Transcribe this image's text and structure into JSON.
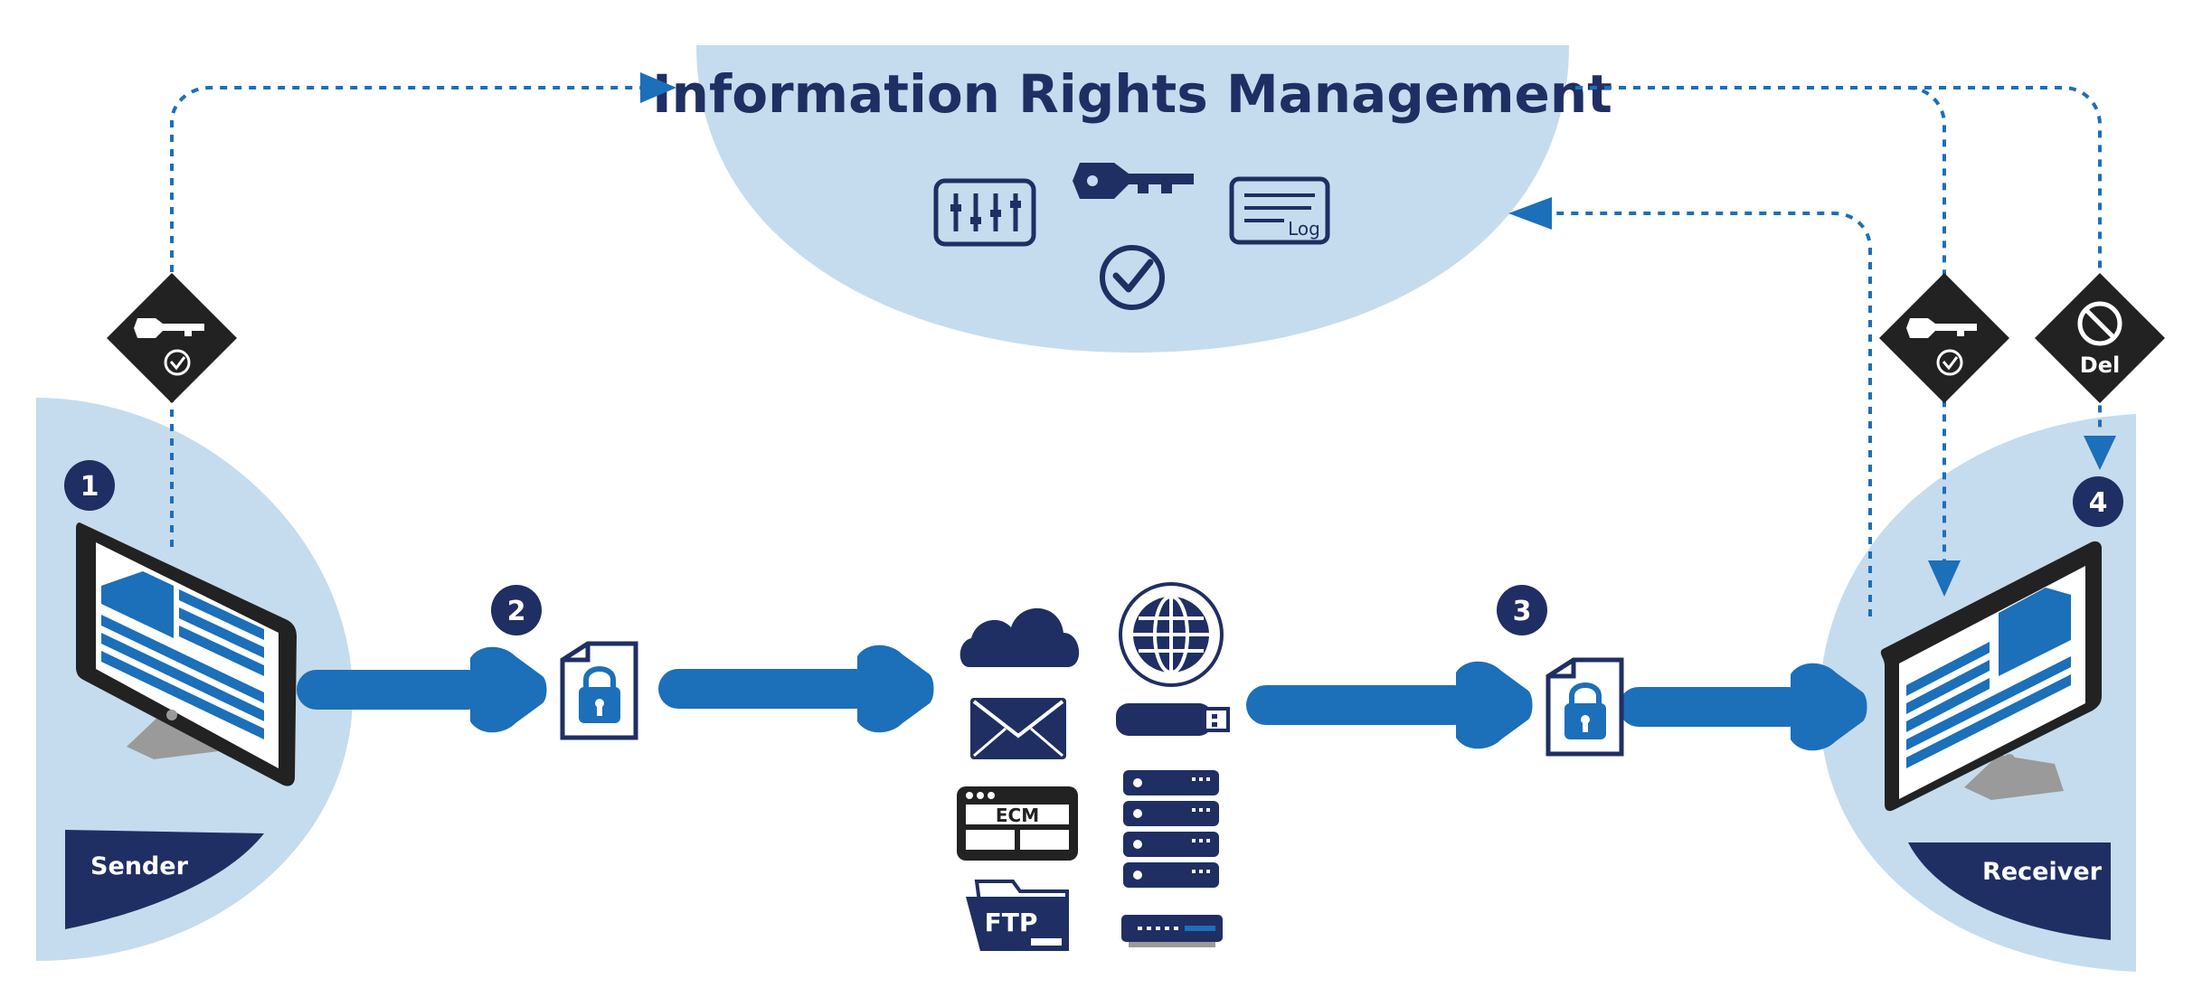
{
  "title": "Information Rights Management",
  "sender_label": "Sender",
  "receiver_label": "Receiver",
  "steps": [
    "1",
    "2",
    "3",
    "4"
  ],
  "log_label": "Log",
  "del_label": "Del",
  "ecm_label": "ECM",
  "ftp_label": "FTP",
  "colors": {
    "navy": "#1f2f63",
    "blue": "#1c6fb9",
    "light": "#c5dcee",
    "dark": "#222222",
    "gray": "#9a9a9a"
  },
  "icons": {
    "irm": [
      "sliders-icon",
      "key-icon",
      "log-document-icon",
      "check-circle-icon"
    ],
    "channels": [
      "cloud-icon",
      "globe-icon",
      "envelope-icon",
      "usb-drive-icon",
      "ecm-window-icon",
      "server-rack-icon",
      "ftp-folder-icon",
      "network-switch-icon"
    ],
    "badges": [
      "key-check-badge-icon",
      "key-check-badge-icon",
      "delete-block-badge-icon"
    ]
  }
}
